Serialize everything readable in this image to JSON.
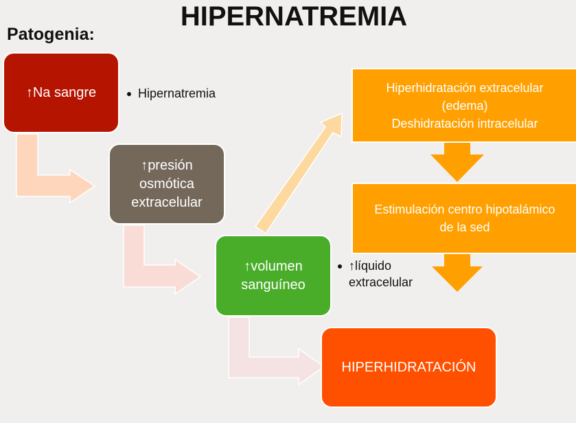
{
  "title": "HIPERNATREMIA",
  "subtitle": "Patogenia:",
  "boxes": {
    "na": "↑Na sangre",
    "presion": [
      "↑presión",
      "osmótica",
      "extracelular"
    ],
    "volumen": [
      "↑volumen",
      "sanguíneo"
    ],
    "hiper_extra": [
      "Hiperhidratación extracelular",
      "(edema)",
      "Deshidratación intracelular"
    ],
    "estimulacion": [
      "Estimulación centro hipotalámico",
      "de la sed"
    ],
    "hiperhidratacion": "HIPERHIDRATACIÓN"
  },
  "notes": {
    "na": "Hipernatremia",
    "volumen": [
      "↑líquido",
      "extracelular"
    ]
  },
  "colors": {
    "red": "#b51400",
    "brown": "#74685a",
    "green": "#4aad2a",
    "orange": "#ffa000",
    "orange_red": "#ff5000"
  }
}
